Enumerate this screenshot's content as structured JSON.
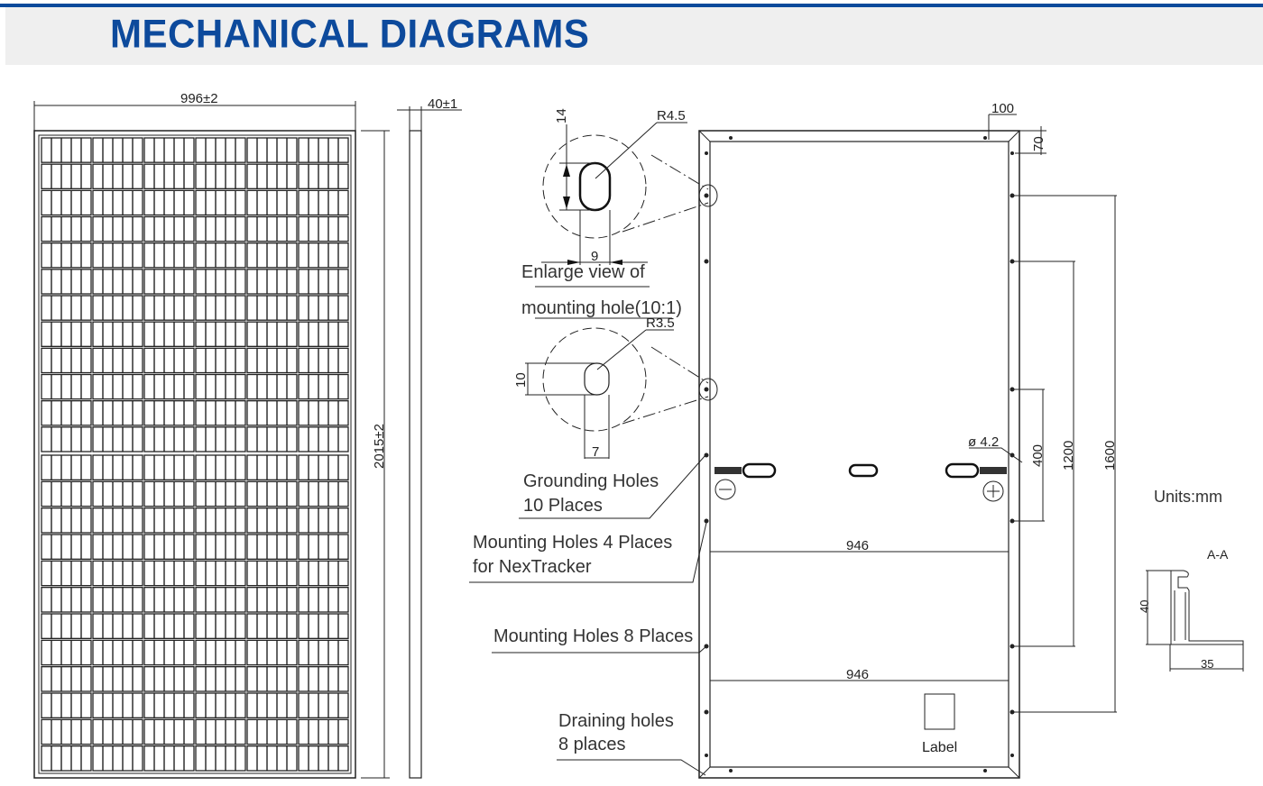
{
  "header": {
    "title": "MECHANICAL DIAGRAMS",
    "accent_color": "#0a4a9b"
  },
  "front_view": {
    "width_dim": "996±2",
    "height_dim": "2015±2",
    "cell_columns": 6,
    "cell_rows_per_half": 12
  },
  "side_view": {
    "thickness_dim": "40±1"
  },
  "enlarge": {
    "hole1": {
      "radius": "R4.5",
      "height": "14",
      "width": "9"
    },
    "caption_line1": "Enlarge view of",
    "caption_line2": "mounting hole(10:1)",
    "hole2": {
      "radius": "R3.5",
      "height": "10",
      "width": "7"
    }
  },
  "callouts": {
    "grounding_1": "Grounding Holes",
    "grounding_2": "10 Places",
    "nextracker_1": "Mounting Holes 4 Places",
    "nextracker_2": "for NexTracker",
    "mounting8": "Mounting Holes 8 Places",
    "draining_1": "Draining holes",
    "draining_2": "8 places"
  },
  "back_view": {
    "dim_100": "100",
    "dim_70": "70",
    "dim_400": "400",
    "dim_1200": "1200",
    "dim_1600": "1600",
    "dim_946_upper": "946",
    "dim_946_lower": "946",
    "hole_dia": "ø 4.2",
    "label_text": "Label"
  },
  "units": "Units:mm",
  "section": {
    "title": "A-A",
    "height": "40",
    "width": "35"
  }
}
